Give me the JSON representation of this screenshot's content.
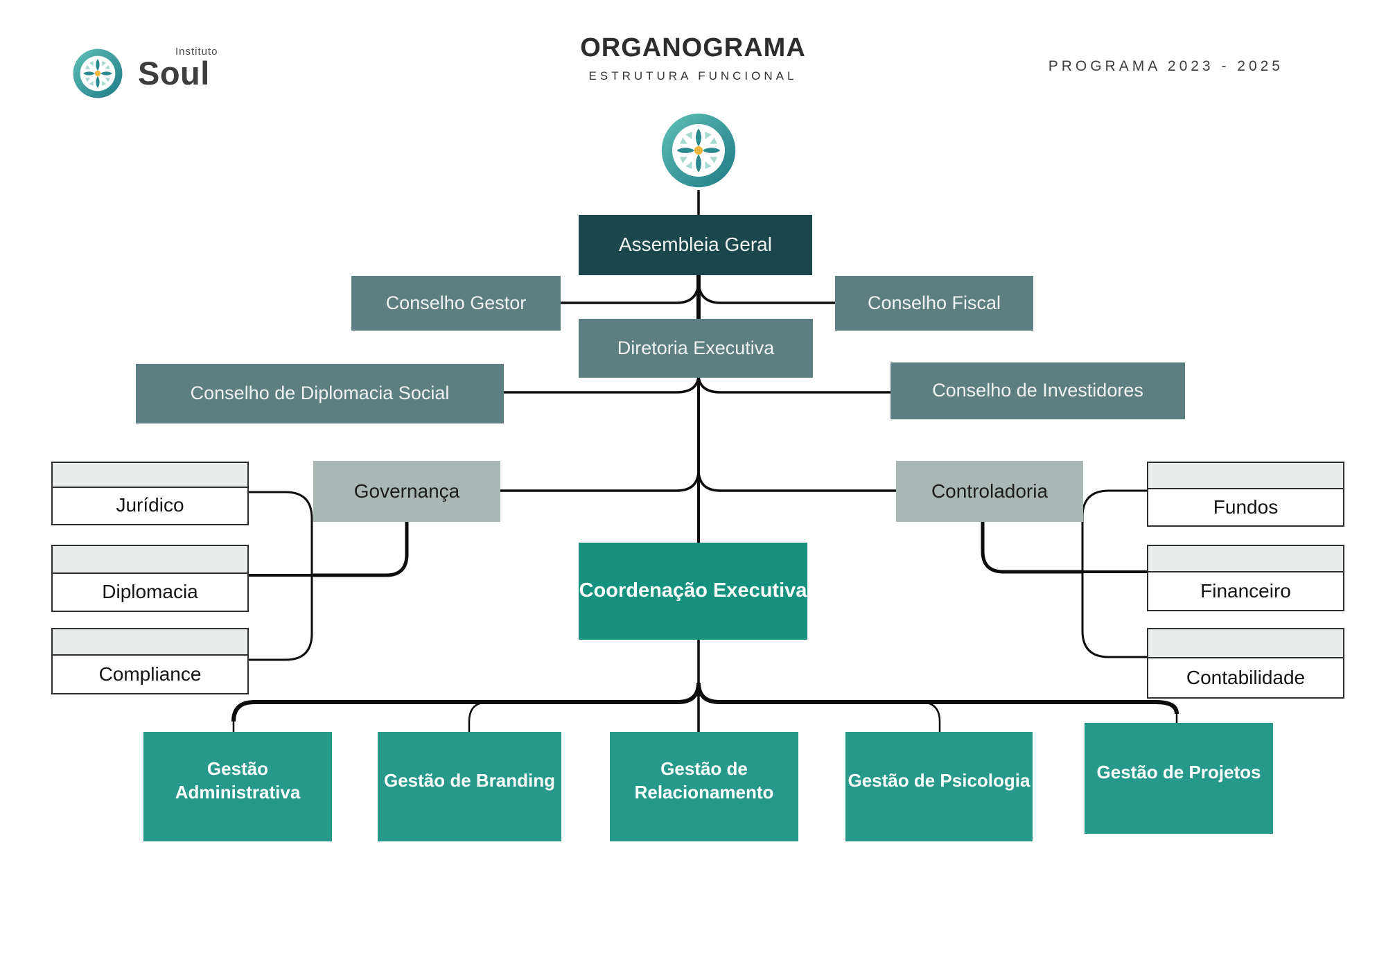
{
  "header": {
    "brand_small": "Instituto",
    "brand_big": "Soul",
    "title": "ORGANOGRAMA",
    "subtitle": "ESTRUTURA FUNCIONAL",
    "program": "PROGRAMA 2023 - 2025"
  },
  "nodes": {
    "assembleia": "Assembleia Geral",
    "conselho_gestor": "Conselho Gestor",
    "conselho_fiscal": "Conselho Fiscal",
    "diretoria": "Diretoria Executiva",
    "diplomacia_social": "Conselho de Diplomacia Social",
    "investidores": "Conselho de Investidores",
    "governanca": "Governança",
    "controladoria": "Controladoria",
    "juridico": "Jurídico",
    "diplomacia": "Diplomacia",
    "compliance": "Compliance",
    "fundos": "Fundos",
    "financeiro": "Financeiro",
    "contabilidade": "Contabilidade",
    "coordenacao": "Coordenação Executiva",
    "gestao_administrativa": "Gestão Administrativa",
    "gestao_branding": "Gestão de Branding",
    "gestao_relacionamento": "Gestão de Relacionamento",
    "gestao_psicologia": "Gestão de Psicologia",
    "gestao_projetos": "Gestão de Projetos"
  },
  "hierarchy": [
    {
      "parent": "Assembleia Geral",
      "children": [
        "Conselho Gestor",
        "Conselho Fiscal",
        "Diretoria Executiva"
      ]
    },
    {
      "parent": "Diretoria Executiva",
      "children": [
        "Conselho de Diplomacia Social",
        "Conselho de Investidores",
        "Governança",
        "Controladoria",
        "Coordenação Executiva"
      ]
    },
    {
      "parent": "Governança",
      "children": [
        "Jurídico",
        "Diplomacia",
        "Compliance"
      ]
    },
    {
      "parent": "Controladoria",
      "children": [
        "Fundos",
        "Financeiro",
        "Contabilidade"
      ]
    },
    {
      "parent": "Coordenação Executiva",
      "children": [
        "Gestão Administrativa",
        "Gestão de Branding",
        "Gestão de Relacionamento",
        "Gestão de Psicologia",
        "Gestão de Projetos"
      ]
    }
  ],
  "colors": {
    "dark_teal_box": "#1a464c",
    "slate_box": "#5d7f82",
    "light_slate_box": "#a9b8b5",
    "green_box": "#15917e",
    "green_bottom_box": "#27998b",
    "white_box_header": "#e9edec",
    "line": "#0d0d0d",
    "logo_ring": "#2f8d93",
    "logo_center_dot": "#f3b73d"
  }
}
